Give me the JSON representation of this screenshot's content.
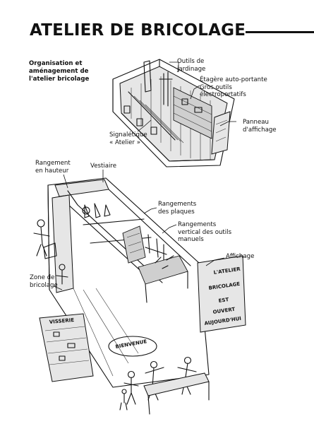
{
  "title": "ATELIER DE BRICOLAGE",
  "subtitle": [
    "Organisation et",
    "aménagement de",
    "l'atelier bricolage"
  ],
  "top_labels": {
    "outils": [
      "Outils de",
      "jardinage"
    ],
    "etagere": [
      "Étagère auto-portante",
      "Gros outils",
      "électroportatifs"
    ],
    "panneau": [
      "Panneau",
      "d'affichage"
    ],
    "signaletique": [
      "Signalétique",
      "« Atelier »"
    ]
  },
  "bottom_labels": {
    "rangement_hauteur": [
      "Rangement",
      "en hauteur"
    ],
    "vestiaire": [
      "Vestiaire"
    ],
    "plaques": [
      "Rangements",
      "des plaques"
    ],
    "vertical": [
      "Rangements",
      "vertical des outils",
      "manuels"
    ],
    "affichage": [
      "Affichage"
    ],
    "zone": [
      "Zone de",
      "bricolage"
    ]
  },
  "signs": {
    "visserie": "VISSERIE",
    "bienvenue": "BIENVENUE",
    "panels": [
      "L'ATELIER",
      "BRICOLAGE",
      "EST",
      "OUVERT",
      "AUJOURD'HUI"
    ]
  }
}
